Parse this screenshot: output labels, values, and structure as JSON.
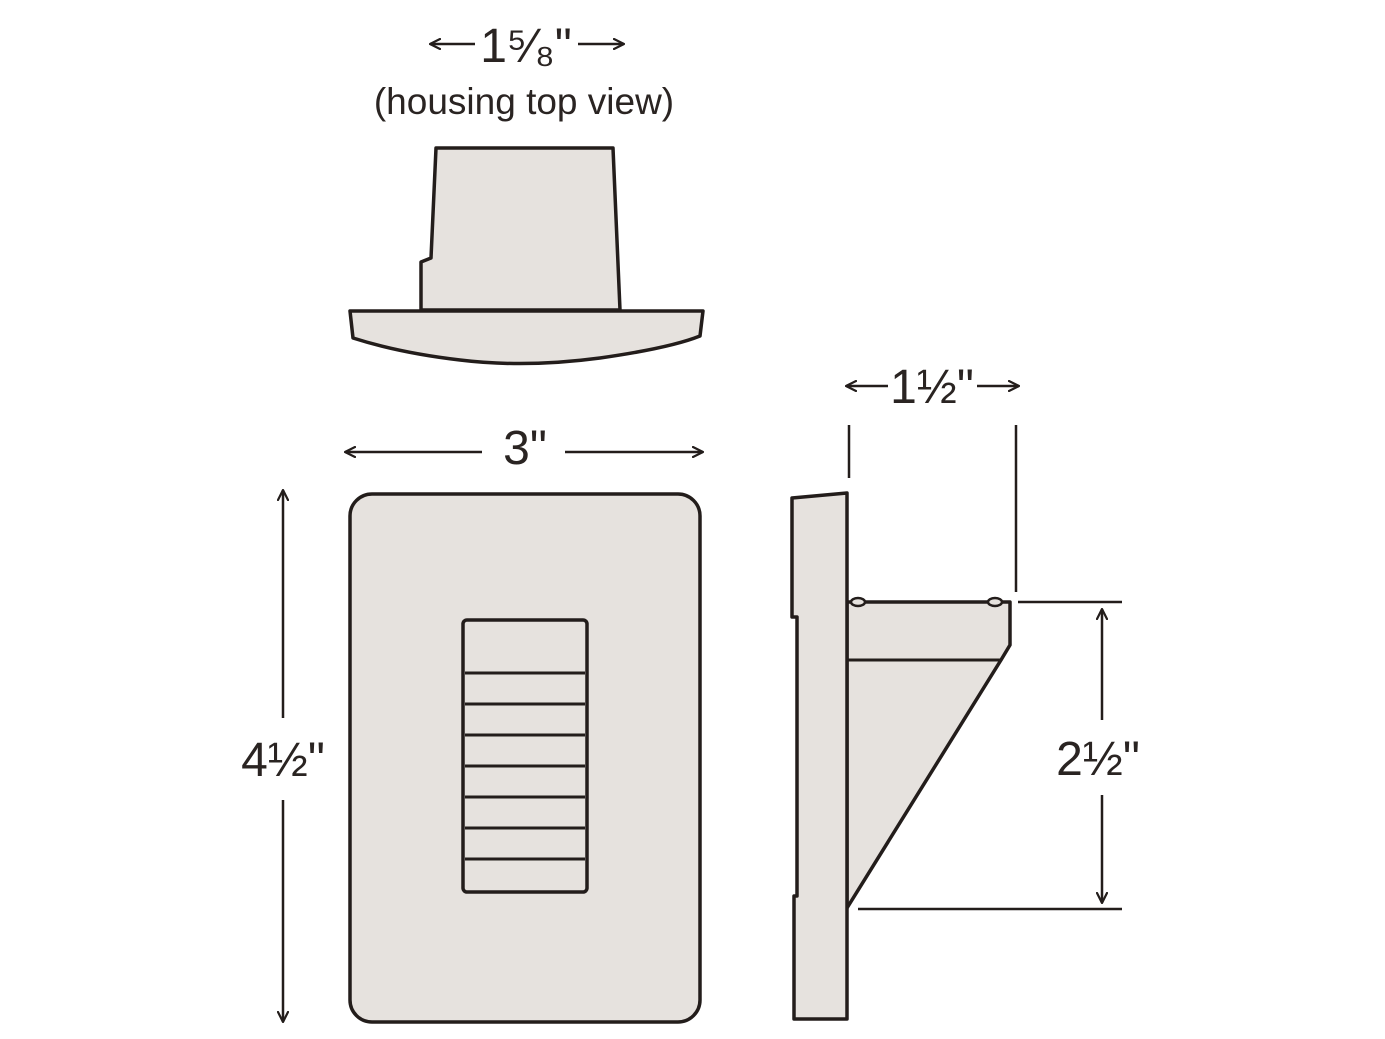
{
  "diagram": {
    "top_view": {
      "width_label": "1⁵⁄₈\"",
      "caption": "(housing top view)"
    },
    "front_view": {
      "width_label": "3\"",
      "height_label": "4½\""
    },
    "side_view": {
      "depth_label": "1½\"",
      "height_label": "2½\""
    }
  },
  "colors": {
    "fill": "#e6e2de",
    "stroke": "#231d1b"
  }
}
